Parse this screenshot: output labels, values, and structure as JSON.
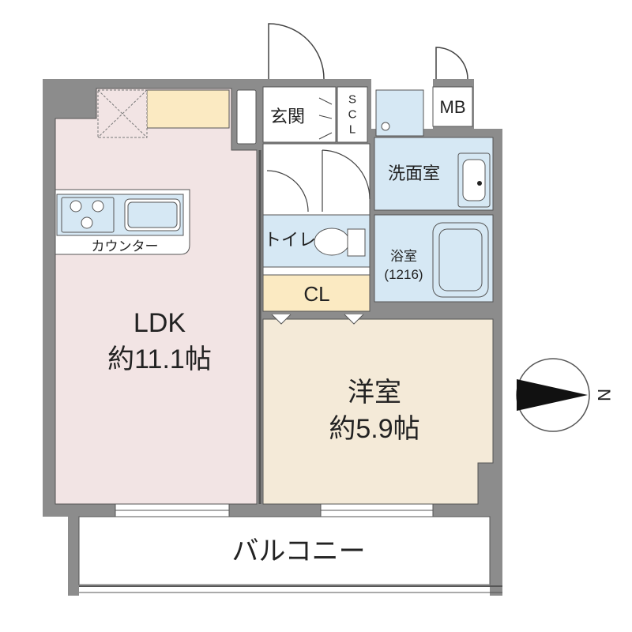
{
  "rooms": {
    "ldk": {
      "name": "LDK",
      "size": "約11.1帖",
      "color": "#f2e4e4"
    },
    "western": {
      "name": "洋室",
      "size": "約5.9帖",
      "color": "#f4ead8"
    },
    "entrance": {
      "name": "玄関"
    },
    "shoe_closet": {
      "letters": [
        "S",
        "C",
        "L"
      ]
    },
    "meter_box": {
      "name": "MB"
    },
    "washroom": {
      "name": "洗面室",
      "color": "#d6e8f4"
    },
    "toilet": {
      "name": "トイレ"
    },
    "bath": {
      "name": "浴室",
      "size": "(1216)"
    },
    "closet": {
      "name": "CL",
      "color": "#fbeac2"
    },
    "kitchen": {
      "counter_label": "カウンター"
    },
    "balcony": {
      "name": "バルコニー"
    }
  },
  "compass": {
    "direction": "N",
    "needle_icon": "north-arrow-icon"
  },
  "colors": {
    "wall": "#8c8c8c",
    "outline": "#555555",
    "wet": "#d6e8f4",
    "storage": "#fbeac2"
  }
}
